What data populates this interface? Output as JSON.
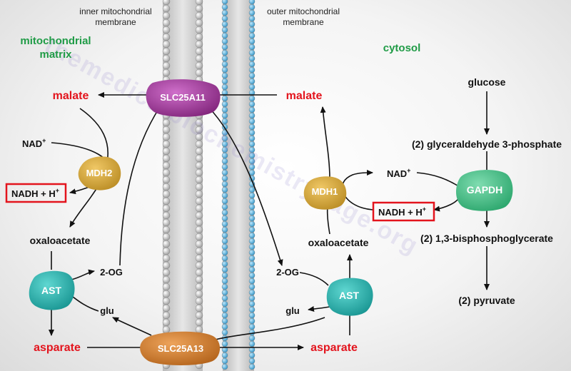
{
  "header": {
    "inner_membrane_line1": "inner mitochondrial",
    "inner_membrane_line2": "membrane",
    "outer_membrane_line1": "outer mitochondrial",
    "outer_membrane_line2": "membrane"
  },
  "regions": {
    "matrix_line1": "mitochondrial",
    "matrix_line2": "matrix",
    "cytosol": "cytosol"
  },
  "matrix": {
    "malate": "malate",
    "nad": "NAD",
    "nad_sup": "+",
    "enzyme_mdh2": "MDH2",
    "nadh": "NADH + H",
    "nadh_sup": "+",
    "oxaloacetate": "oxaloacetate",
    "enzyme_ast": "AST",
    "two_og": "2-OG",
    "glu": "glu",
    "asparate": "asparate"
  },
  "transporters": {
    "slc25a11": "SLC25A11",
    "slc25a13": "SLC25A13"
  },
  "cytosol": {
    "malate": "malate",
    "enzyme_mdh1": "MDH1",
    "nad": "NAD",
    "nad_sup": "+",
    "nadh": "NADH + H",
    "nadh_sup": "+",
    "oxaloacetate": "oxaloacetate",
    "two_og": "2-OG",
    "enzyme_ast": "AST",
    "glu": "glu",
    "asparate": "asparate"
  },
  "glycolysis": {
    "glucose": "glucose",
    "g3p": "(2) glyceraldehyde 3-phosphate",
    "enzyme_gapdh": "GAPDH",
    "bpg": "(2) 1,3-bisphosphoglycerate",
    "pyruvate": "(2) pyruvate"
  },
  "watermark": "themedicalbiochemistrypage.org",
  "colors": {
    "red": "#e3141d",
    "green_label": "#1f9b46",
    "mdh": "#d6a536",
    "ast": "#22b3b0",
    "gapdh": "#3fbf84",
    "slc25a11": "#a3399b",
    "slc25a13": "#d77d22",
    "inner_membrane_heads": "#c8c8c8",
    "outer_membrane_heads": "#45a9d8"
  }
}
